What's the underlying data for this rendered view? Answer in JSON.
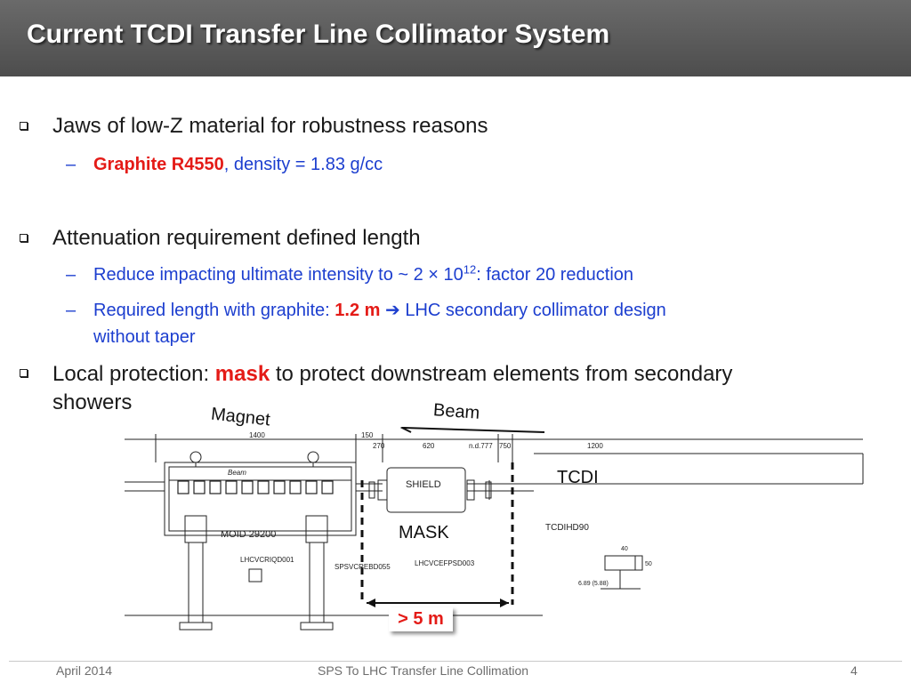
{
  "slide": {
    "title": "Current TCDI Transfer Line Collimator System"
  },
  "bullets": {
    "b1": "Jaws of low-Z material for robustness reasons",
    "b1_sub1_red": "Graphite R4550",
    "b1_sub1_rest": ", density = 1.83 g/cc",
    "b2": "Attenuation requirement defined length",
    "b2_sub1_a": "Reduce impacting ultimate intensity to ~ 2 × 10",
    "b2_sub1_sup": "12",
    "b2_sub1_b": ": factor 20 reduction",
    "b2_sub2_a": "Required length with graphite: ",
    "b2_sub2_red": "1.2 m",
    "b2_sub2_arrow": "➔",
    "b2_sub2_b": " LHC secondary collimator design",
    "b2_sub2_c": "without taper",
    "b3_a": "Local protection: ",
    "b3_red": "mask",
    "b3_b": " to protect downstream elements from secondary",
    "b3_c": "showers"
  },
  "diagram": {
    "label_magnet": "Magnet",
    "label_beam": "Beam",
    "label_tcdi": "TCDI",
    "label_mask": "MASK",
    "label_distance": "> 5 m",
    "drawing_text": {
      "dim_1400": "1400",
      "dim_150": "150",
      "dim_270": "270",
      "dim_620": "620",
      "dim_777": "n.d.777",
      "dim_750": "750",
      "dim_1200": "1200",
      "beam_small": "Beam",
      "shield": "SHIELD",
      "moid": "MOID 29200",
      "lhcvcriqd001": "LHCVCRIQD001",
      "spsvcrebd055": "SPSVCREBD055",
      "lhcvcefpsd003": "LHCVCEFPSD003",
      "tcdihd90": "TCDIHD90",
      "dim_40": "40",
      "dim_50": "50",
      "dim_689": "6.89 (5.88)"
    }
  },
  "footer": {
    "date": "April 2014",
    "center": "SPS To LHC Transfer Line Collimation",
    "page": "4"
  }
}
